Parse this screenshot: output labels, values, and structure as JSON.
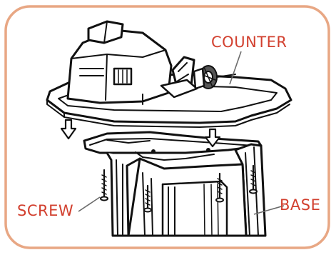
{
  "labels": {
    "counter": "COUNTER",
    "screw": "SCREW",
    "base": "BASE"
  },
  "colors": {
    "frame": "#e8a784",
    "label_text": "#d2402f",
    "line_art": "#111111",
    "leader_line": "#6b6b6b",
    "background": "#ffffff"
  },
  "parts": [
    "counter",
    "base",
    "screw"
  ],
  "icons": [
    "down-arrow-icon",
    "down-arrow-icon",
    "screw-icon",
    "screw-icon",
    "screw-icon",
    "screw-icon"
  ]
}
